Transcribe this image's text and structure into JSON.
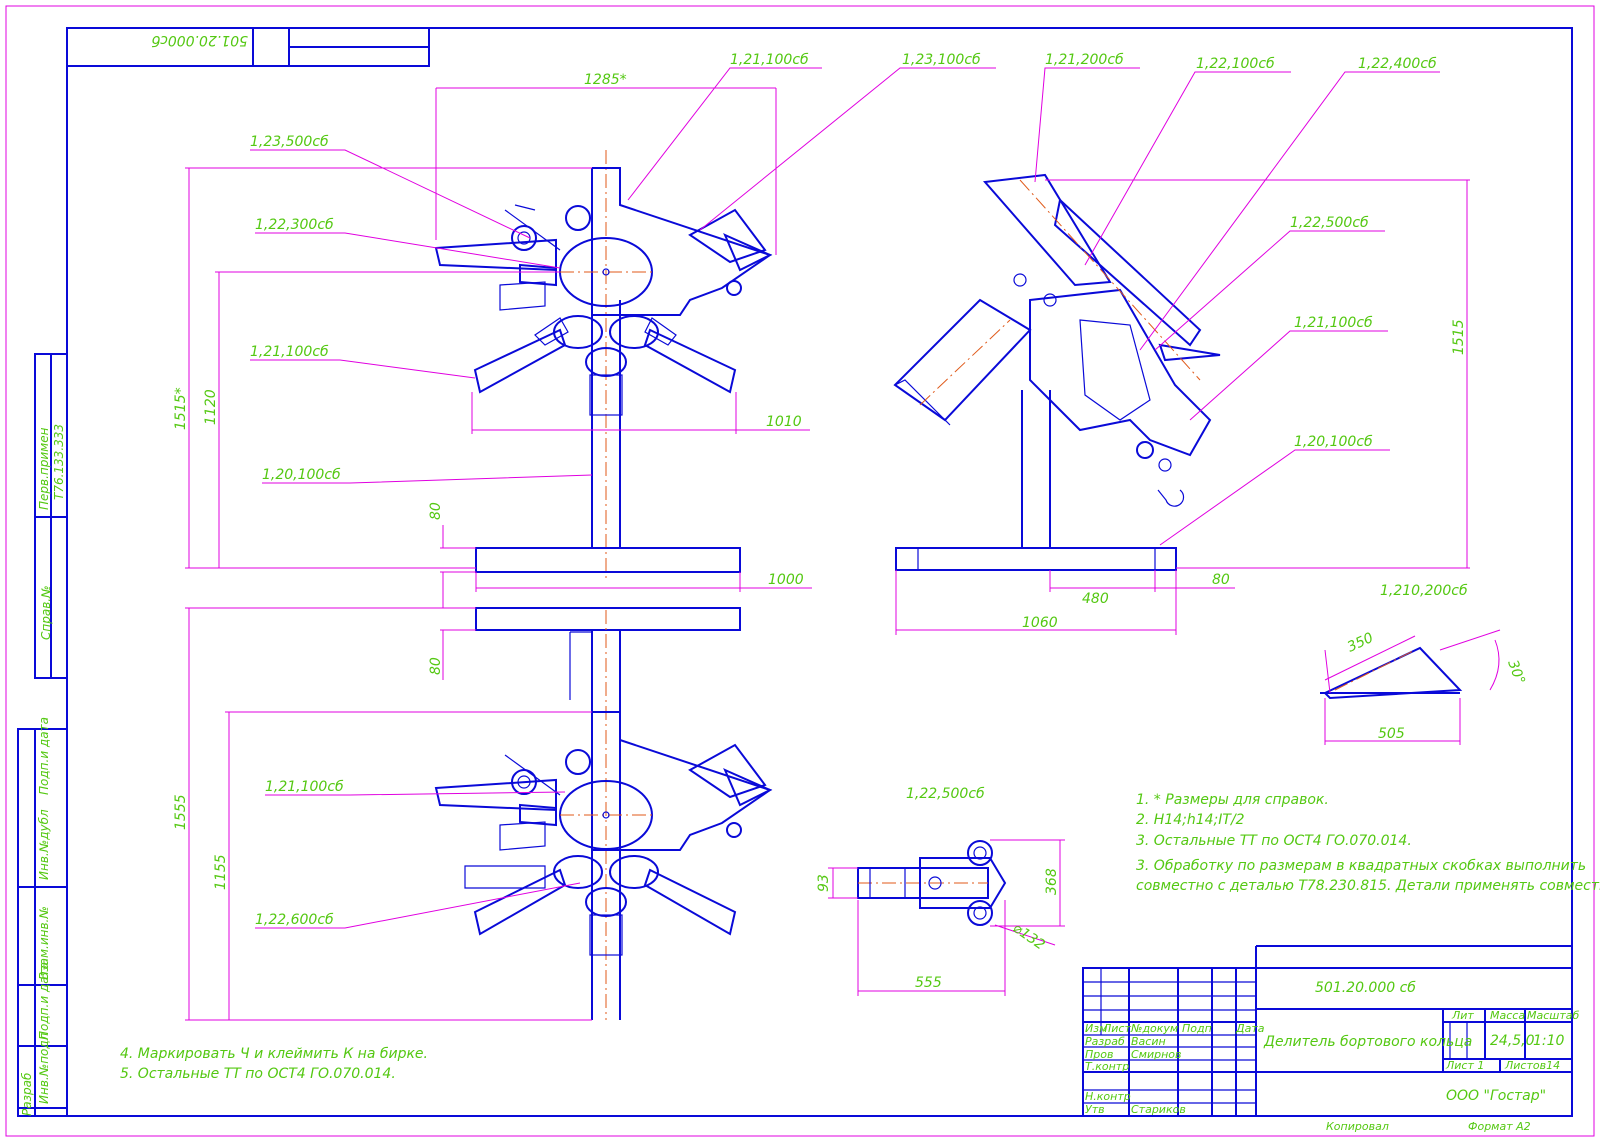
{
  "drawing": {
    "stamp_top": "501.20.000сб",
    "designation": "501.20.000 сб",
    "title": "Делитель бортового кольца",
    "company": "ООО \"Гостар\"",
    "mass": "24,5,0",
    "scale": "1:10",
    "sheet": "Лист 1",
    "sheets": "Листов14",
    "format": "Формат А2",
    "copied": "Копировал"
  },
  "title_block": {
    "headers": [
      "Изм",
      "Лист",
      "№докум",
      "Подп",
      "Дата"
    ],
    "col_lit": "Лит",
    "col_mass": "Масса",
    "col_scale": "Масштаб",
    "roles": [
      {
        "role": "Разраб",
        "name": "Васин"
      },
      {
        "role": "Пров",
        "name": "Смирнов"
      },
      {
        "role": "Т.контр",
        "name": ""
      },
      {
        "role": "",
        "name": ""
      },
      {
        "role": "Н.контр",
        "name": ""
      },
      {
        "role": "Утв",
        "name": "Стариков"
      }
    ]
  },
  "side_stamps": [
    "Перв.примен",
    "Т76.133.333",
    "Справ.№",
    "Подп.и дата",
    "Инв.№дубл",
    "Взам.инв.№",
    "Подп.и дата",
    "Инв.№подл",
    "Разраб"
  ],
  "callouts": {
    "c1": "1,23,500сб",
    "c2": "1,22,300сб",
    "c3": "1,21,100сб",
    "c4": "1,20,100сб",
    "c5": "1,21,100сб",
    "c6": "1,23,100сб",
    "c7": "1,21,200сб",
    "c8": "1,22,100сб",
    "c9": "1,22,400сб",
    "c10": "1,22,500сб",
    "c11": "1,21,100сб",
    "c12": "1,20,100сб",
    "c13": "1,21,100сб",
    "c14": "1,22,600сб",
    "c15": "1,210,200сб",
    "c16": "1,22,500сб"
  },
  "dimensions": {
    "d1285": "1285*",
    "d1515s": "1515*",
    "d1120": "1120",
    "d1010": "1010",
    "d80a": "80",
    "d1000": "1000",
    "d80b": "80",
    "d1555": "1555",
    "d1155": "1155",
    "d1515": "1515",
    "d480": "480",
    "d80c": "80",
    "d1060": "1060",
    "d350": "350",
    "d30": "30°",
    "d505": "505",
    "d93": "93",
    "d368": "368",
    "d132": "⌀132",
    "d555": "555"
  },
  "notes": [
    "1. * Размеры для справок.",
    "2. Н14;h14;IT/2",
    "3. Остальные ТТ по ОСТ4 ГО.070.014.",
    "3. Обработку по размерам в квадратных скобках выполнить",
    "совместно с деталью Т78.230.815. Детали применять совместно.",
    "4. Маркировать Ч и клеймить К на бирке.",
    "5. Остальные ТТ по ОСТ4 ГО.070.014."
  ],
  "colors": {
    "geometry": "#0a0ad8",
    "dimension_lines": "#e000e0",
    "text": "#54c812",
    "axis": "#e05a1a"
  }
}
